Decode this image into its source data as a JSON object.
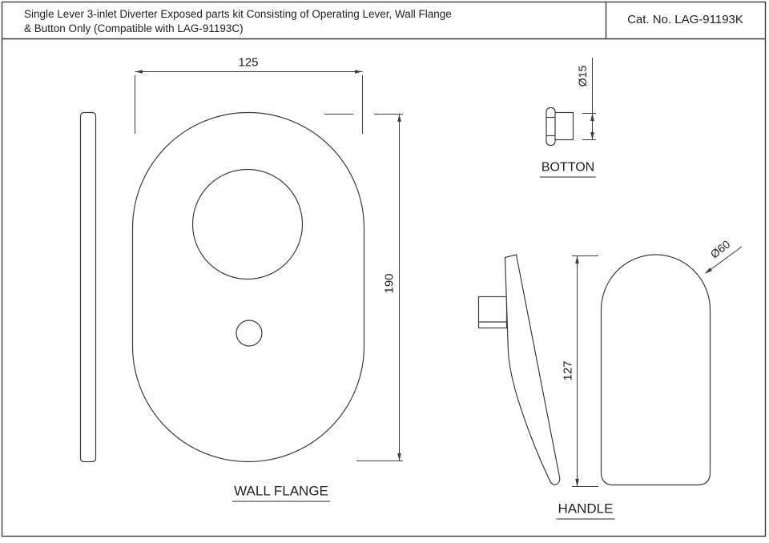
{
  "title_block": {
    "description_line1": "Single Lever 3-inlet Diverter Exposed parts kit Consisting of Operating Lever, Wall Flange",
    "description_line2": "& Button Only (Compatible with LAG-91193C)",
    "catalog_number": "Cat. No. LAG-91193K"
  },
  "drawing": {
    "wall_flange": {
      "label": "WALL FLANGE",
      "dims": {
        "width": "125",
        "height": "190"
      }
    },
    "button": {
      "label": "BOTTON",
      "dims": {
        "diameter": "Ø15"
      }
    },
    "handle": {
      "label": "HANDLE",
      "dims": {
        "length": "127",
        "diameter": "Ø60"
      }
    }
  },
  "colors": {
    "line": "#3c3c3c",
    "text": "#1f1f1f",
    "background": "#ffffff"
  }
}
